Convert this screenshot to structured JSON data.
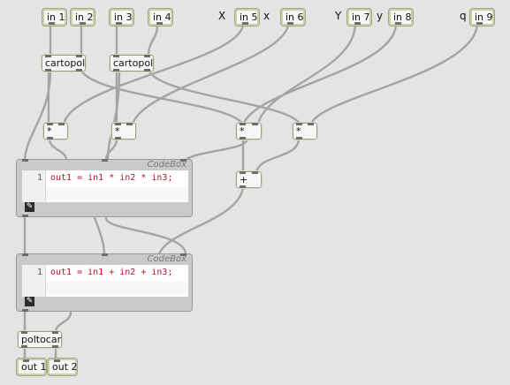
{
  "inputs": {
    "in1": "in 1",
    "in2": "in 2",
    "in3": "in 3",
    "in4": "in 4",
    "in5": "in 5",
    "in6": "in 6",
    "in7": "in 7",
    "in8": "in 8",
    "in9": "in 9"
  },
  "labels": {
    "X": "X",
    "x": "x",
    "Y": "Y",
    "y": "y",
    "q": "q"
  },
  "objects": {
    "cartopol1": "cartopol",
    "cartopol2": "cartopol",
    "mul1": "*",
    "mul2": "*",
    "mul3": "*",
    "mul4": "*",
    "add": "+",
    "poltocar": "poltocar"
  },
  "codebox1": {
    "title": "CodeBox",
    "line_number": "1",
    "code": "out1 = in1 * in2 * in3;"
  },
  "codebox2": {
    "title": "CodeBox",
    "line_number": "1",
    "code": "out1 = in1 + in2 + in3;"
  },
  "outputs": {
    "out1": "out 1",
    "out2": "out 2"
  },
  "colors": {
    "background": "#e4e4e4",
    "cord": "#a4a4a4",
    "io_border": "#c7d3a6",
    "code_text": "#b5152b"
  },
  "icons": {
    "codebox_wrench": "wrench-icon"
  }
}
